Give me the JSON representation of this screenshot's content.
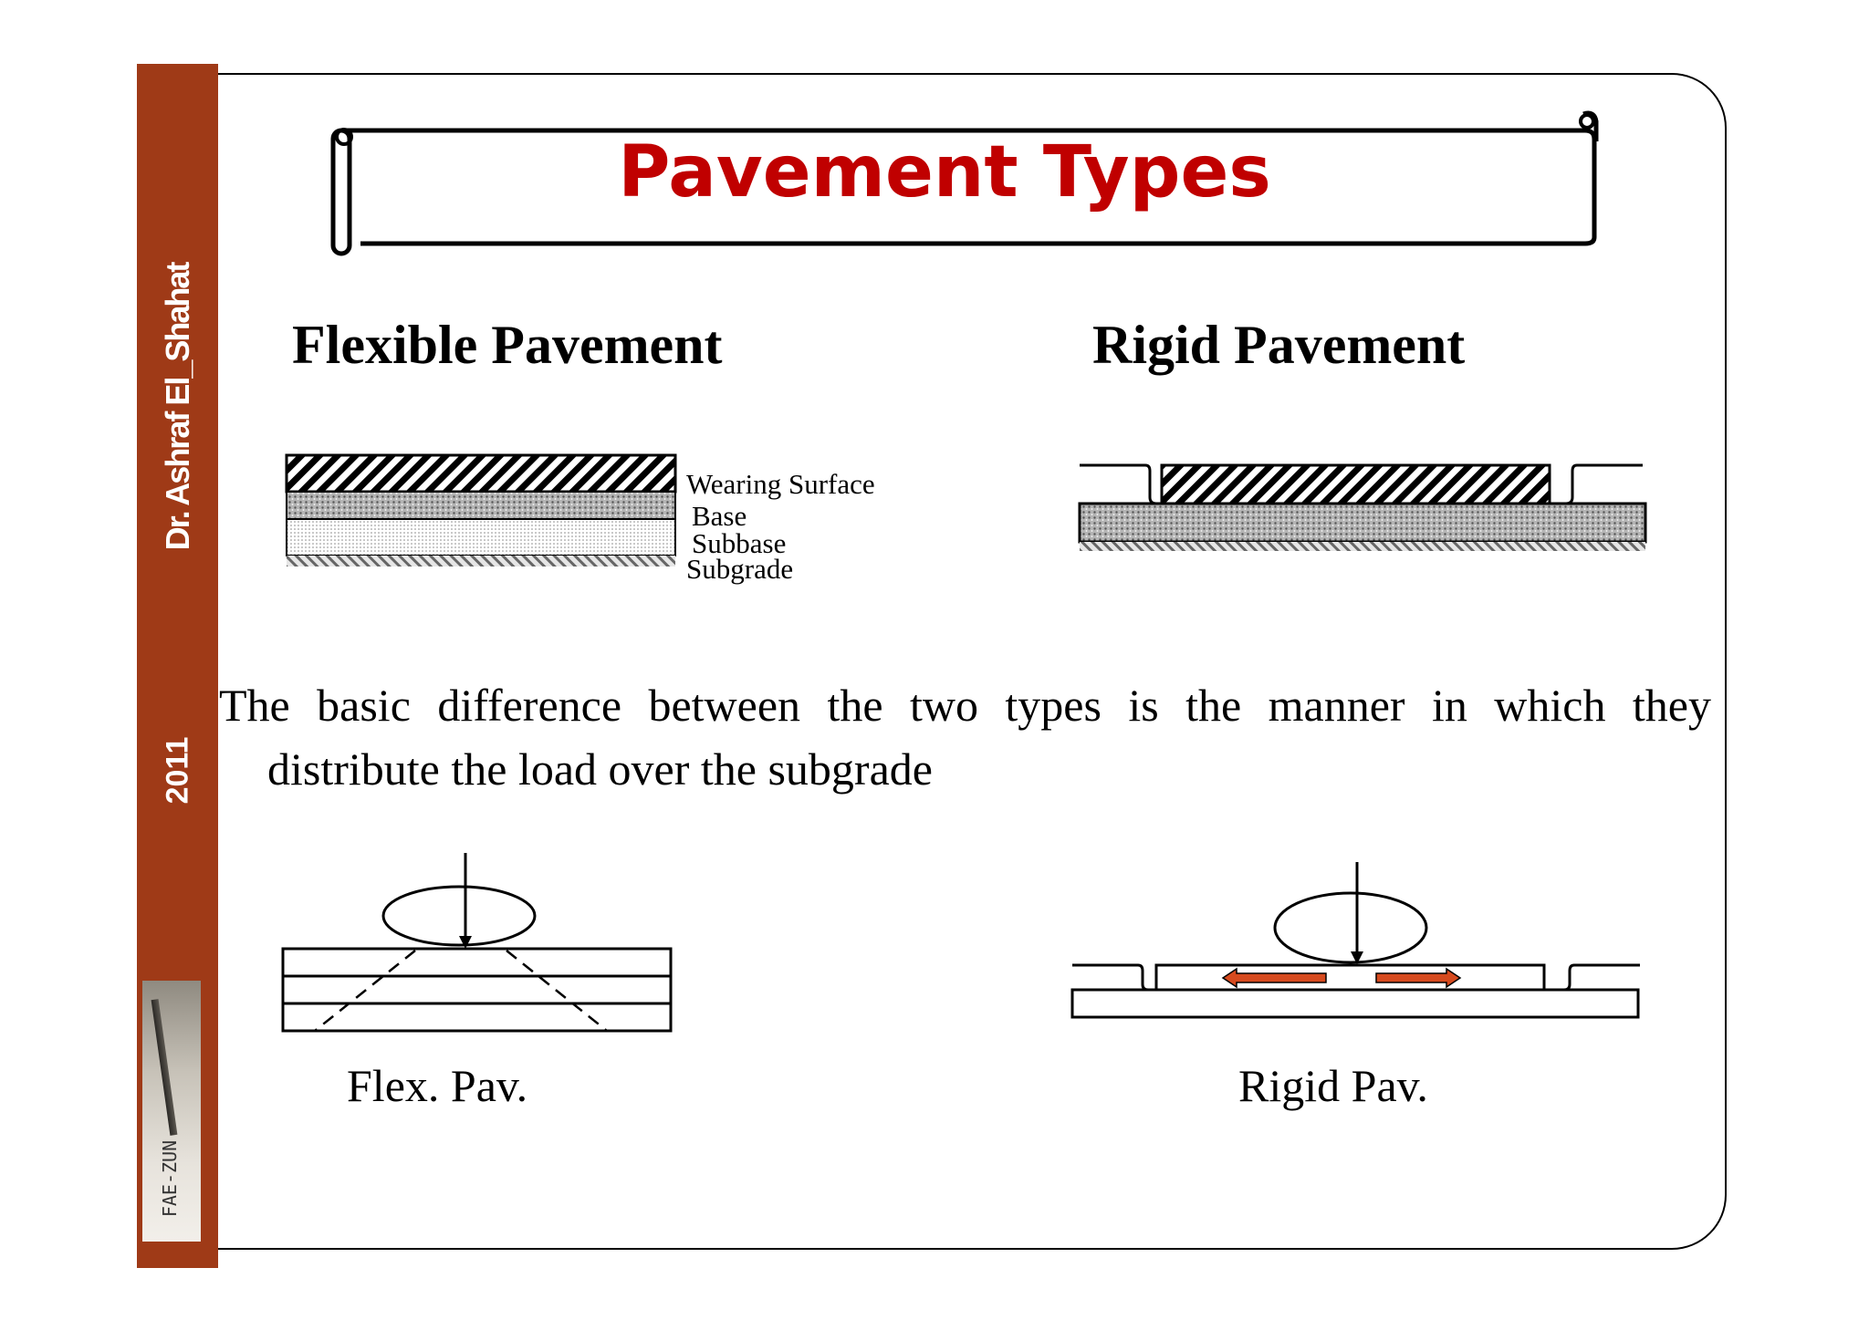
{
  "sidebar": {
    "author": "Dr. Ashraf El_Shahat",
    "year": "2011",
    "thumbnail_caption": "FAE-ZUN"
  },
  "slide": {
    "title": "Pavement Types",
    "flexible_heading": "Flexible Pavement",
    "rigid_heading": "Rigid Pavement",
    "layers": {
      "wearing": "Wearing Surface",
      "base": "Base",
      "subbase": "Subbase",
      "subgrade": "Subgrade"
    },
    "description_line1": "The basic difference between the two types is the manner in which they",
    "description_line2": "distribute the load over the subgrade",
    "caption_flex": "Flex. Pav.",
    "caption_rigid": "Rigid Pav."
  },
  "colors": {
    "sidebar": "#9f3a17",
    "title": "#c00000",
    "arrow_fill": "#d64a1e"
  }
}
